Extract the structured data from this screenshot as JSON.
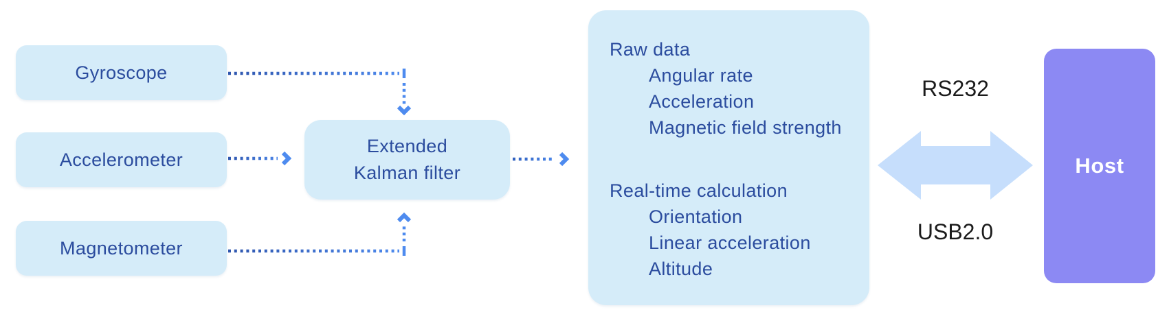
{
  "colors": {
    "box_fill": "#d5ecf9",
    "text_navy": "#2b4c9e",
    "arrow_dark": "#2e55ad",
    "arrow_light": "#4e8bef",
    "host_fill": "#8c89f3",
    "host_text": "#ffffff",
    "double_arrow_fill": "#c6defc",
    "io_label_color": "#1b1b1b"
  },
  "sensors": [
    {
      "label": "Gyroscope"
    },
    {
      "label": "Accelerometer"
    },
    {
      "label": "Magnetometer"
    }
  ],
  "filter": {
    "line1": "Extended",
    "line2": "Kalman filter"
  },
  "output_box": {
    "sections": [
      {
        "title": "Raw data",
        "items": [
          "Angular rate",
          "Acceleration",
          "Magnetic field strength"
        ]
      },
      {
        "title": "Real-time calculation",
        "items": [
          "Orientation",
          "Linear acceleration",
          "Altitude"
        ]
      }
    ]
  },
  "connection": {
    "top_label": "RS232",
    "bottom_label": "USB2.0"
  },
  "host": {
    "label": "Host"
  }
}
